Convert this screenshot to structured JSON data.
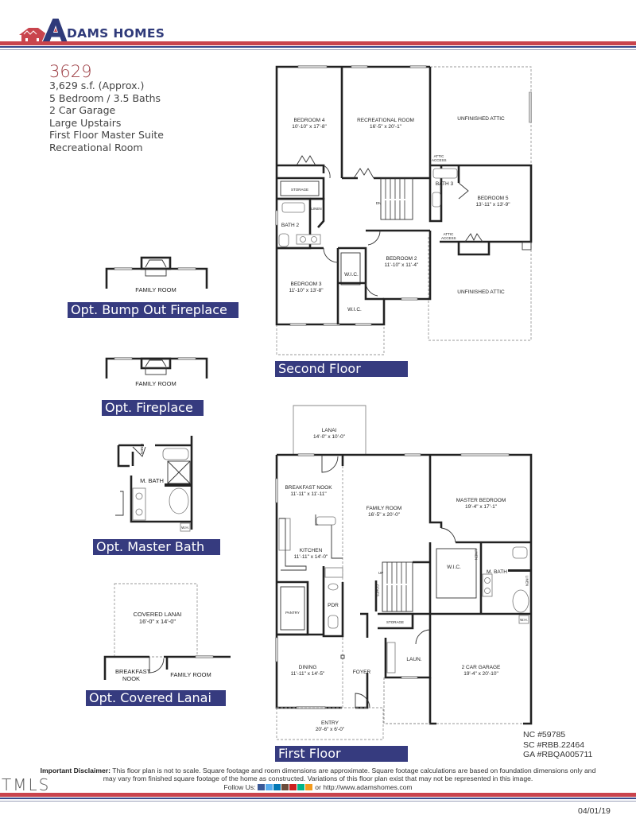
{
  "header": {
    "brand_name": "DAMS HOMES",
    "brand_initial": "A",
    "colors": {
      "red": "#c9444d",
      "blue": "#363b7f",
      "navy": "#2f3a7a"
    }
  },
  "plan": {
    "number": "3629",
    "specs": [
      "3,629 s.f. (Approx.)",
      "5 Bedroom / 3.5 Baths",
      "2 Car Garage",
      "Large Upstairs",
      "First Floor Master Suite",
      "Recreational Room"
    ]
  },
  "options": {
    "bump_out_fireplace": {
      "room": "FAMILY ROOM",
      "title": "Opt. Bump Out Fireplace"
    },
    "fireplace": {
      "room": "FAMILY ROOM",
      "title": "Opt. Fireplace"
    },
    "master_bath": {
      "room": "M. BATH",
      "linen": "LINEN",
      "wh": "W.H.",
      "title": "Opt. Master Bath"
    },
    "covered_lanai": {
      "room": "COVERED LANAI",
      "dims": "16'-0\" x 14'-0\"",
      "nook": "BREAKFAST NOOK",
      "family": "FAMILY ROOM",
      "title": "Opt. Covered Lanai"
    }
  },
  "second_floor": {
    "title": "Second Floor",
    "rooms": {
      "bedroom4": {
        "name": "BEDROOM 4",
        "dims": "10'-10\" x 17'-8\""
      },
      "rec_room": {
        "name": "RECREATIONAL ROOM",
        "dims": "16'-5\" x 20'-1\""
      },
      "attic1": {
        "name": "UNFINISHED ATTIC"
      },
      "attic_access1": {
        "name": "ATTIC ACCESS"
      },
      "storage": {
        "name": "STORAGE"
      },
      "bath3": {
        "name": "BATH 3"
      },
      "bedroom5": {
        "name": "BEDROOM 5",
        "dims": "13'-11\" x 13'-9\""
      },
      "linen": {
        "name": "LINEN"
      },
      "bath2": {
        "name": "BATH 2"
      },
      "dn": {
        "name": "DN"
      },
      "attic_access2": {
        "name": "ATTIC ACCESS"
      },
      "bedroom2": {
        "name": "BEDROOM 2",
        "dims": "11'-10\" x 11'-4\""
      },
      "wic1": {
        "name": "W.I.C."
      },
      "wic2": {
        "name": "W.I.C."
      },
      "bedroom3": {
        "name": "BEDROOM 3",
        "dims": "11'-10\" x 13'-8\""
      },
      "attic2": {
        "name": "UNFINISHED ATTIC"
      }
    }
  },
  "first_floor": {
    "title": "First Floor",
    "rooms": {
      "lanai": {
        "name": "LANAI",
        "dims": "14'-0\" x 10'-0\""
      },
      "nook": {
        "name": "BREAKFAST NOOK",
        "dims": "11'-11\" x 11'-11\""
      },
      "family": {
        "name": "FAMILY ROOM",
        "dims": "16'-5\" x 20'-0\""
      },
      "master": {
        "name": "MASTER BEDROOM",
        "dims": "19'-4\" x 17'-1\""
      },
      "kitchen": {
        "name": "KITCHEN",
        "dims": "11'-11\" x 14'-0\""
      },
      "up": {
        "name": "UP"
      },
      "coats": {
        "name": "COATS"
      },
      "wic": {
        "name": "W.I.C."
      },
      "linen1": {
        "name": "LINEN"
      },
      "linen2": {
        "name": "LINEN"
      },
      "mbath": {
        "name": "M. BATH"
      },
      "pantry": {
        "name": "PANTRY"
      },
      "pdr": {
        "name": "PDR"
      },
      "storage": {
        "name": "STORAGE"
      },
      "wh": {
        "name": "W.H."
      },
      "laun": {
        "name": "LAUN."
      },
      "dining": {
        "name": "DINING",
        "dims": "11'-11\" x 14'-5\""
      },
      "foyer": {
        "name": "FOYER"
      },
      "garage": {
        "name": "2 CAR GARAGE",
        "dims": "19'-4\" x 20'-10\""
      },
      "entry": {
        "name": "ENTRY",
        "dims": "20'-6\" x 6'-0\""
      }
    }
  },
  "licenses": [
    "NC #59785",
    "SC #RBB.22464",
    "GA #RBQA005711"
  ],
  "footer": {
    "disclaimer_label": "Important Disclaimer:",
    "disclaimer_line1": "This floor plan is not to scale. Square footage and room dimensions are approximate. Square footage calculations are based on foundation dimensions only and",
    "disclaimer_line2": "may vary from finished square footage of the home as constructed. Variations of this floor plan exist that may not be represented in this image.",
    "follow_label": "Follow Us:",
    "social_icons": [
      "facebook-icon",
      "twitter-icon",
      "linkedin-icon",
      "instagram-icon",
      "youtube-icon",
      "vine-icon",
      "rss-icon"
    ],
    "or_text": "or",
    "website": "http://www.adamshomes.com",
    "date": "04/01/19",
    "watermark": "TMLS"
  }
}
